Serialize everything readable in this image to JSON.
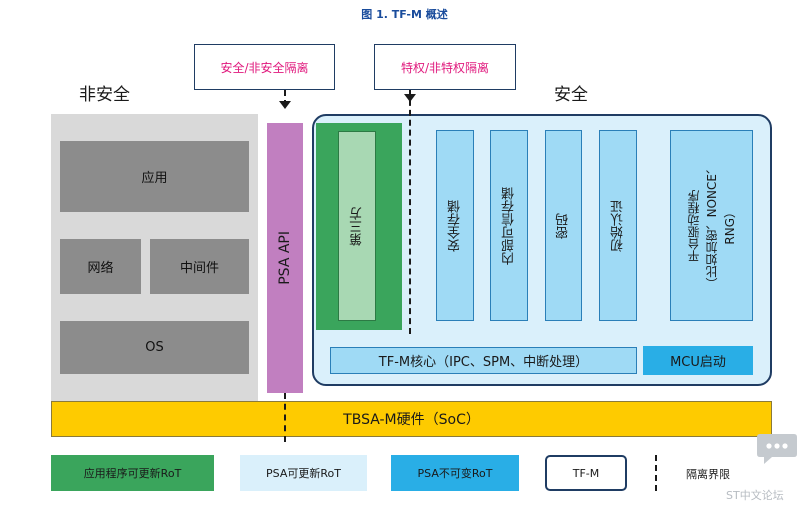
{
  "figure_title": "图 1. TF-M 概述",
  "callouts": {
    "secure_nonsecure": "安全/非安全隔离",
    "privileged": "特权/非特权隔离"
  },
  "regions": {
    "nonsecure": "非安全",
    "secure": "安全"
  },
  "nonsecure": {
    "app": "应用",
    "network": "网络",
    "middleware": "中间件",
    "os": "OS"
  },
  "psa_api": "PSA API",
  "third_party": "第三方",
  "services": [
    "安全存储",
    "内部可信存储",
    "密码",
    "初始认证"
  ],
  "platform_driver": [
    "平台驱动程序",
    "（比如加密、NONCE、",
    "RNG）"
  ],
  "tfm_core": "TF-M核心（IPC、SPM、中断处理）",
  "mcu_boot": "MCU启动",
  "hardware": "TBSA-M硬件（SoC）",
  "legend": {
    "updatable_app_rot": "应用程序可更新RoT",
    "updatable_psa_rot": "PSA可更新RoT",
    "immutable_psa_rot": "PSA不可变RoT",
    "tfm": "TF-M",
    "isolation_boundary": "隔离界限"
  },
  "watermark": "ST中文论坛",
  "colors": {
    "title_blue": "#1a4c9c",
    "callout_magenta": "#e0197d",
    "app_rot_green": "#3aa55c",
    "psa_updatable": "#daf0fb",
    "psa_immutable": "#29aee6",
    "psa_api_purple": "#c17fc0",
    "hardware_yellow": "#fecb00",
    "nonsecure_gray": "#d9d9d9",
    "tfm_border": "#1f3c63"
  }
}
